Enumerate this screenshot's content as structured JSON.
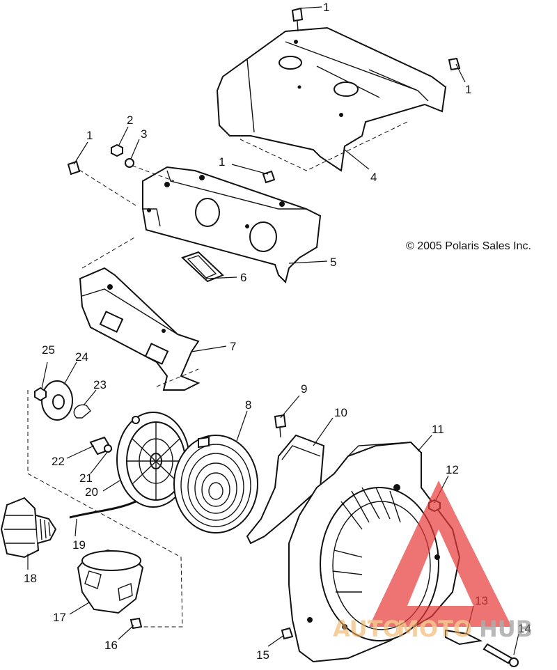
{
  "copyright": "© 2005 Polaris Sales Inc.",
  "watermark": {
    "part1": "AUTO",
    "part2": "MOTO",
    "part3": "HUB",
    "accent_color": "#e83a3a",
    "orange": "#f0b060",
    "gray": "#8a8a8a"
  },
  "callouts": [
    {
      "id": "c1a",
      "label": "1"
    },
    {
      "id": "c1b",
      "label": "1"
    },
    {
      "id": "c1c",
      "label": "1"
    },
    {
      "id": "c1d",
      "label": "1"
    },
    {
      "id": "c2",
      "label": "2"
    },
    {
      "id": "c3",
      "label": "3"
    },
    {
      "id": "c4",
      "label": "4"
    },
    {
      "id": "c5",
      "label": "5"
    },
    {
      "id": "c6",
      "label": "6"
    },
    {
      "id": "c7",
      "label": "7"
    },
    {
      "id": "c8",
      "label": "8"
    },
    {
      "id": "c9",
      "label": "9"
    },
    {
      "id": "c10",
      "label": "10"
    },
    {
      "id": "c11",
      "label": "11"
    },
    {
      "id": "c12",
      "label": "12"
    },
    {
      "id": "c13",
      "label": "13"
    },
    {
      "id": "c14",
      "label": "14"
    },
    {
      "id": "c15",
      "label": "15"
    },
    {
      "id": "c16",
      "label": "16"
    },
    {
      "id": "c17",
      "label": "17"
    },
    {
      "id": "c18",
      "label": "18"
    },
    {
      "id": "c19",
      "label": "19"
    },
    {
      "id": "c20",
      "label": "20"
    },
    {
      "id": "c21",
      "label": "21"
    },
    {
      "id": "c22",
      "label": "22"
    },
    {
      "id": "c23",
      "label": "23"
    },
    {
      "id": "c24",
      "label": "24"
    },
    {
      "id": "c25",
      "label": "25"
    }
  ]
}
